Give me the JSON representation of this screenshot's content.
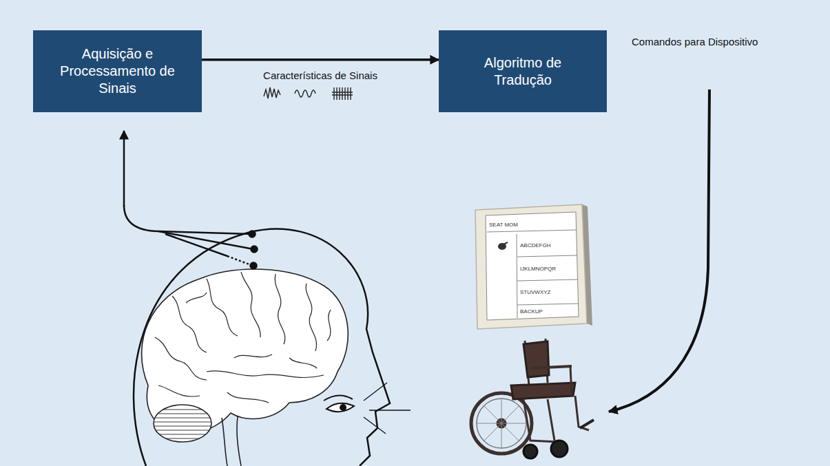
{
  "diagram": {
    "nodes": [
      {
        "text": [
          "Aquisição e Processamento de Sinais"
        ]
      },
      {
        "text": [
          "Algoritmo de Tradução"
        ]
      }
    ],
    "edges": [
      {
        "from": 0,
        "to": 1,
        "label": "Características de Sinais",
        "arrow": "to"
      }
    ],
    "labels": [
      "Comandos para Dispositivo",
      "SEAT MOM",
      "ABCDEFGH",
      "IJKLMNOPQR",
      "STUVWXYZ",
      "BACKUP"
    ]
  }
}
